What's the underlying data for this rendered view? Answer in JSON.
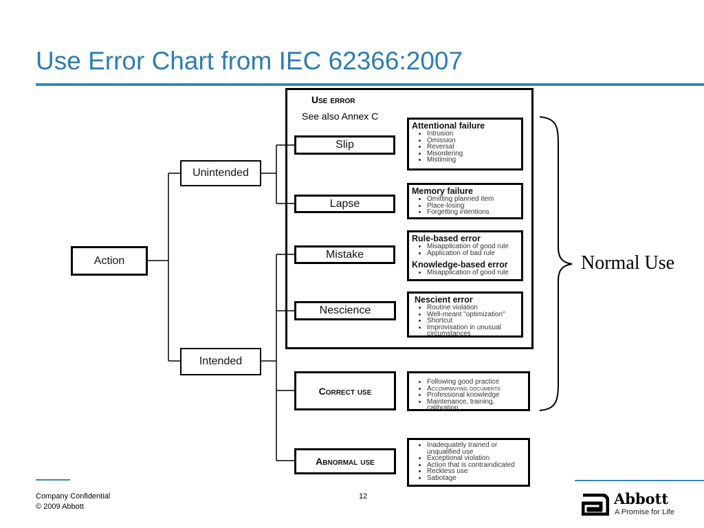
{
  "title": "Use Error Chart from IEC 62366:2007",
  "diagram": {
    "root": "Action",
    "unintended": "Unintended",
    "intended": "Intended",
    "use_error_heading": "Use error",
    "see_also": "See also Annex C",
    "slip": "Slip",
    "lapse": "Lapse",
    "mistake": "Mistake",
    "nescience": "Nescience",
    "correct_use": "Correct use",
    "abnormal_use": "Abnormal use",
    "attentional": {
      "heading": "Attentional failure",
      "items": [
        "Intrusion",
        "Omission",
        "Reversal",
        "Misordering",
        "Mistiming"
      ]
    },
    "memory": {
      "heading": "Memory failure",
      "items": [
        "Omitting planned item",
        "Place-losing",
        "Forgetting intentions"
      ]
    },
    "rule_based": {
      "heading": "Rule-based error",
      "items": [
        "Misapplication of good rule",
        "Application of bad rule"
      ]
    },
    "knowledge_based": {
      "heading": "Knowledge-based error",
      "items": [
        "Misapplication of good rule"
      ]
    },
    "nescient": {
      "heading": "Nescient error",
      "items": [
        "Routine violation",
        "Well-meant \"optimization\"",
        "Shortcut",
        "Improvisation in unusual circumstances"
      ]
    },
    "correct_items": [
      "Following good practice",
      "Accompanying documents",
      "Professional knowledge",
      "Maintenance, training, calibration"
    ],
    "abnormal_items": [
      "Inadequately trained or unqualified use",
      "Exceptional violation",
      "Action that is contraindicated",
      "Reckless use",
      "Sabotage"
    ],
    "brace_label": "Normal Use"
  },
  "footer": {
    "confidential": "Company Confidential",
    "copyright": "© 2009 Abbott",
    "page": "12",
    "logo_name": "Abbott",
    "tagline": "A Promise for Life"
  },
  "colors": {
    "accent": "#2c7cb4"
  }
}
